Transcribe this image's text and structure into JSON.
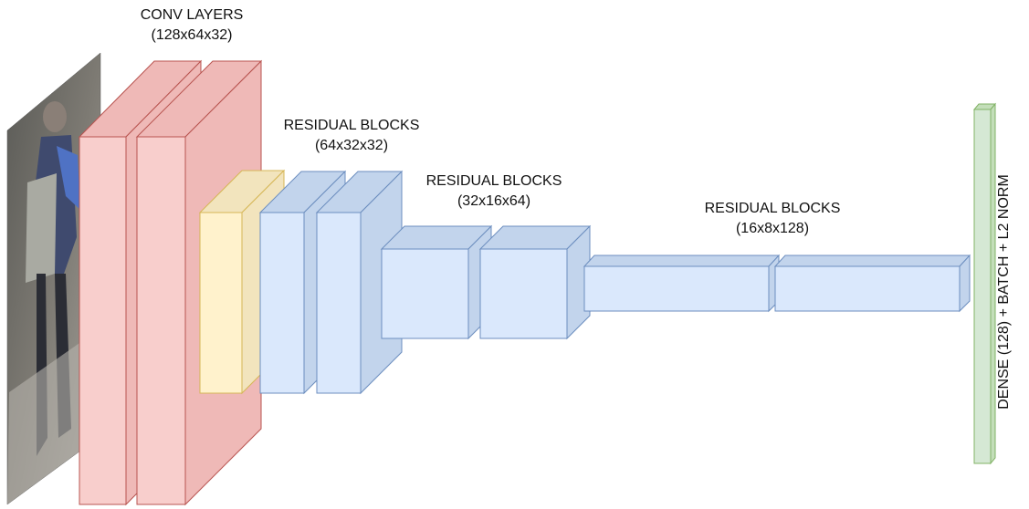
{
  "labels": {
    "conv": {
      "line1": "CONV LAYERS",
      "line2": "(128x64x32)"
    },
    "res1": {
      "line1": "RESIDUAL BLOCKS",
      "line2": "(64x32x32)"
    },
    "res2": {
      "line1": "RESIDUAL BLOCKS",
      "line2": "(32x16x64)"
    },
    "res3": {
      "line1": "RESIDUAL BLOCKS",
      "line2": "(16x8x128)"
    },
    "dense": "DENSE (128) + BATCH + L2 NORM"
  },
  "colors": {
    "conv_fill": "#f8cecc",
    "conv_stroke": "#b85450",
    "pool_fill": "#fff2cc",
    "pool_stroke": "#d6b656",
    "res_fill": "#dae8fc",
    "res_stroke": "#6c8ebf",
    "dense_fill": "#d5e8d4",
    "dense_stroke": "#82b366"
  }
}
